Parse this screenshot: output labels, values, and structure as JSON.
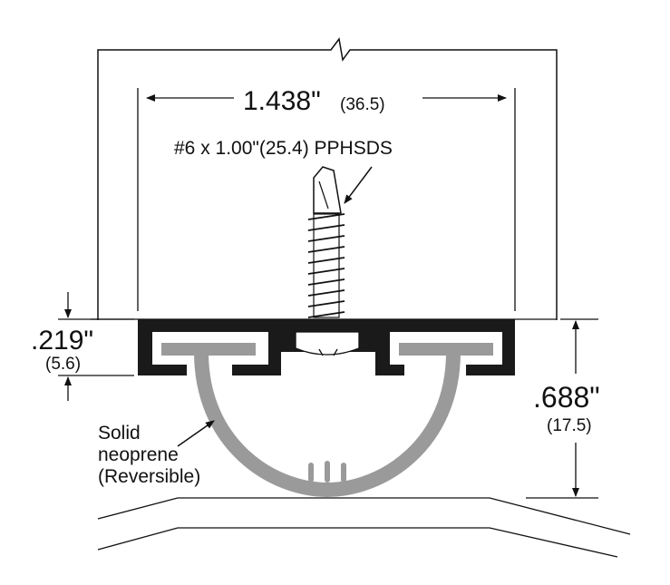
{
  "width_dim": {
    "main": "1.438\"",
    "sub": "(36.5)"
  },
  "screw_label": "#6 x 1.00\"(25.4) PPHSDS",
  "thickness_dim": {
    "main": ".219\"",
    "sub": "(5.6)"
  },
  "height_dim": {
    "main": ".688\"",
    "sub": "(17.5)"
  },
  "seal_label": {
    "line1": "Solid",
    "line2": "neoprene",
    "line3": "(Reversible)"
  },
  "colors": {
    "ink": "#111111",
    "neoprene": "#9a9a9a",
    "carrier": "#1a1a1a"
  },
  "icons": {
    "arrow": "arrowhead",
    "screw": "self-drilling-screw-icon"
  }
}
